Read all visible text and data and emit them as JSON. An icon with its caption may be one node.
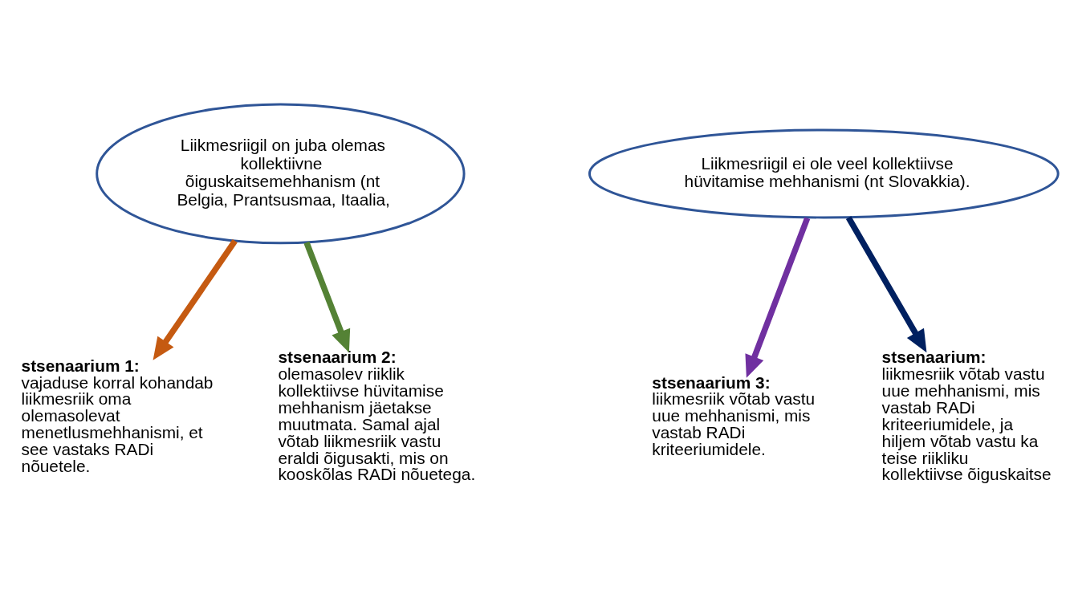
{
  "diagram": {
    "nodes": [
      {
        "text": [
          "Liikmesriigil on juba olemas kollektiivne õiguskaitsemehhanism (nt Belgia, Prantsusmaa, Itaalia,"
        ]
      },
      {
        "text": [
          "stsenaarium 1:",
          "vajaduse korral kohandab liikmesriik oma olemasolevat menetlusmehhanismi, et see vastaks RADi nõuetele."
        ]
      },
      {
        "text": [
          "stsenaarium 2:",
          "olemasolev riiklik kollektiivse hüvitamise mehhanism jäetakse muutmata. Samal ajal võtab liikmesriik vastu eraldi õigusakti, mis on kooskõlas RADi nõuetega."
        ]
      },
      {
        "text": [
          "Liikmesriigil ei ole veel kollektiivse hüvitamise mehhanismi (nt Slovakkia)."
        ]
      },
      {
        "text": [
          "stsenaarium 3:",
          "liikmesriik võtab vastu uue mehhanismi, mis vastab RADi kriteeriumidele."
        ]
      },
      {
        "text": [
          "stsenaarium:",
          "liikmesriik võtab vastu uue mehhanismi, mis vastab RADi kriteeriumidele, ja hiljem võtab vastu ka teise riikliku kollektiivse õiguskaitse"
        ]
      }
    ],
    "edges": [
      {
        "from": 0,
        "to": 1,
        "arrow": "to",
        "color": "#c55a11"
      },
      {
        "from": 0,
        "to": 2,
        "arrow": "to",
        "color": "#548235"
      },
      {
        "from": 3,
        "to": 4,
        "arrow": "to",
        "color": "#7030a0"
      },
      {
        "from": 3,
        "to": 5,
        "arrow": "to",
        "color": "#002060"
      }
    ]
  }
}
